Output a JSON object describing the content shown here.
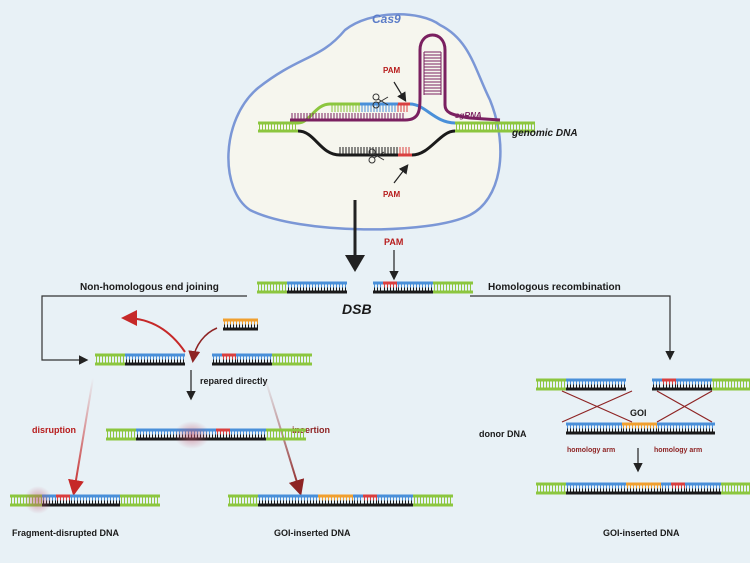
{
  "labels": {
    "cas9": "Cas9",
    "pam_top": "PAM",
    "pam_bottom": "PAM",
    "pam_dsb": "PAM",
    "sgrna": "sgRNA",
    "genomic_dna": "genomic DNA",
    "nhej": "Non-homologous end joining",
    "hr": "Homologous recombination",
    "dsb": "DSB",
    "repaired_directly": "repared directly",
    "disruption": "disruption",
    "insertion": "insertion",
    "fragment_disrupted": "Fragment-disrupted DNA",
    "goi_inserted_left": "GOI-inserted DNA",
    "goi_inserted_right": "GOI-inserted DNA",
    "goi": "GOI",
    "donor_dna": "donor DNA",
    "homology_arm_left": "homology arm",
    "homology_arm_right": "homology arm"
  },
  "colors": {
    "background": "#e8f1f6",
    "green_segment": "#8cc63f",
    "blue_segment": "#4a90d9",
    "red_segment": "#d94040",
    "orange_goi": "#f0a030",
    "dark_strand": "#1a1a1a",
    "cas9_outline": "#6a8fd0",
    "sgrna": "#7a2060",
    "arrow_red": "#c62828"
  }
}
